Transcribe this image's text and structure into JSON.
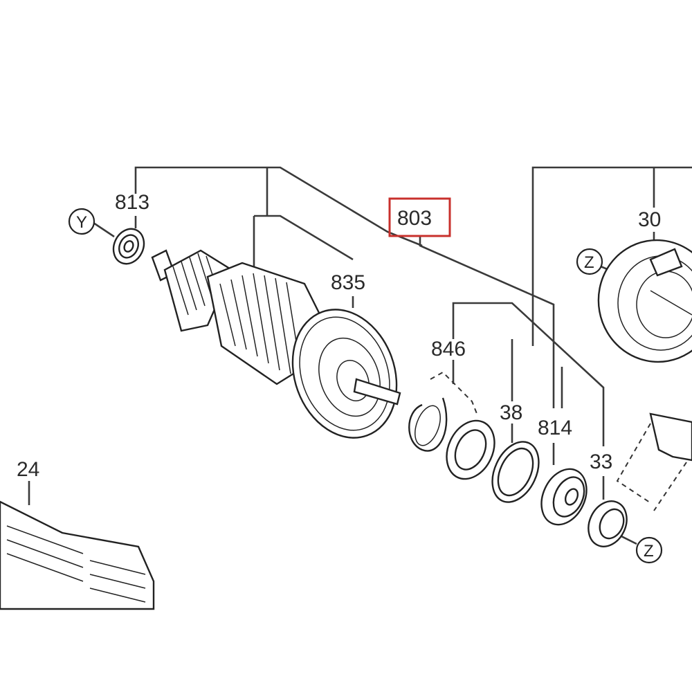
{
  "labels": {
    "p813": "813",
    "p803": "803",
    "p835": "835",
    "p846": "846",
    "p38": "38",
    "p814": "814",
    "p33": "33",
    "p30": "30",
    "p24": "24"
  },
  "markers": {
    "y": "Y",
    "z1": "Z",
    "z2": "Z"
  },
  "colors": {
    "highlight_box": "#c8302c",
    "line": "#3a3a3a",
    "text": "#2a2a2a"
  }
}
